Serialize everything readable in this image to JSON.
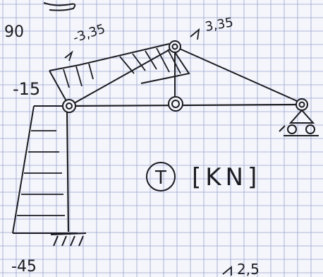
{
  "sheet": {
    "paper_color": "#f4f6fb",
    "grid_color": "#9aa3cc",
    "ink_color": "#1b1b22"
  },
  "labels": {
    "top_left_value": "90",
    "upper_value": "-15",
    "bottom_value": "-45",
    "left_joint_value": "-3,35",
    "right_joint_value": "3,35",
    "bottom_right_value": "2,5",
    "diagram_type_symbol": "T",
    "unit": "[KN]"
  },
  "structure": {
    "members": [
      "vertical-column",
      "horizontal-beam",
      "inclined-strut",
      "inclined-tie",
      "short-post"
    ],
    "supports": [
      "fixed-support-bottom-left",
      "roller-support-right"
    ],
    "joints": [
      "left-hinge",
      "middle-hinge",
      "top-hinge",
      "right-hinge"
    ]
  }
}
